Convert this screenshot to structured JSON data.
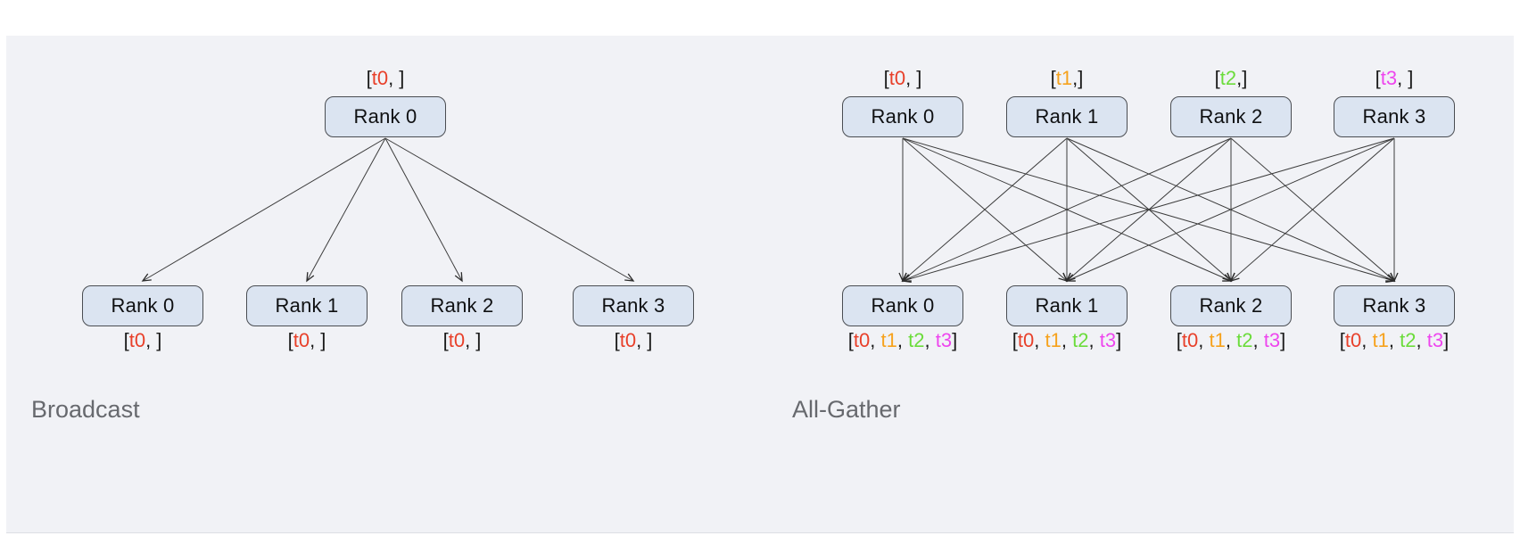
{
  "page": {
    "bg": "#ffffff"
  },
  "panel": {
    "bg": "#f1f2f6",
    "edge": "#dcdee4"
  },
  "colors": {
    "t0": "#e8402a",
    "t1": "#f6a21d",
    "t2": "#6bdc3b",
    "t3": "#ee46ee",
    "k": "#1a1a1a",
    "arrow": "#3c3c3c",
    "box_fill": "#dbe4f1",
    "box_border": "#4a4d52",
    "box_text": "#0f1012",
    "section": "#67696e"
  },
  "broadcast": {
    "title": "Broadcast",
    "top_nodes": [
      {
        "label": "Rank 0",
        "tensor": [
          [
            "[",
            "k"
          ],
          [
            "t0",
            "t0"
          ],
          [
            ", ]",
            "k"
          ]
        ]
      }
    ],
    "bottom_nodes": [
      {
        "label": "Rank 0",
        "tensor": [
          [
            "[",
            "k"
          ],
          [
            "t0",
            "t0"
          ],
          [
            ", ]",
            "k"
          ]
        ]
      },
      {
        "label": "Rank 1",
        "tensor": [
          [
            "[",
            "k"
          ],
          [
            "t0",
            "t0"
          ],
          [
            ", ]",
            "k"
          ]
        ]
      },
      {
        "label": "Rank 2",
        "tensor": [
          [
            "[",
            "k"
          ],
          [
            "t0",
            "t0"
          ],
          [
            ", ]",
            "k"
          ]
        ]
      },
      {
        "label": "Rank 3",
        "tensor": [
          [
            "[",
            "k"
          ],
          [
            "t0",
            "t0"
          ],
          [
            ", ]",
            "k"
          ]
        ]
      }
    ]
  },
  "allgather": {
    "title": "All-Gather",
    "top_nodes": [
      {
        "label": "Rank 0",
        "tensor": [
          [
            "[",
            "k"
          ],
          [
            "t0",
            "t0"
          ],
          [
            ", ]",
            "k"
          ]
        ]
      },
      {
        "label": "Rank 1",
        "tensor": [
          [
            "[",
            "k"
          ],
          [
            "t1",
            "t1"
          ],
          [
            ",]",
            "k"
          ]
        ]
      },
      {
        "label": "Rank 2",
        "tensor": [
          [
            "[",
            "k"
          ],
          [
            "t2",
            "t2"
          ],
          [
            ",]",
            "k"
          ]
        ]
      },
      {
        "label": "Rank 3",
        "tensor": [
          [
            "[",
            "k"
          ],
          [
            "t3",
            "t3"
          ],
          [
            ", ]",
            "k"
          ]
        ]
      }
    ],
    "bottom_nodes": [
      {
        "label": "Rank 0",
        "tensor": [
          [
            "[",
            "k"
          ],
          [
            "t0",
            "t0"
          ],
          [
            ", ",
            "k"
          ],
          [
            "t1",
            "t1"
          ],
          [
            ", ",
            "k"
          ],
          [
            "t2",
            "t2"
          ],
          [
            ", ",
            "k"
          ],
          [
            "t3",
            "t3"
          ],
          [
            "]",
            "k"
          ]
        ]
      },
      {
        "label": "Rank 1",
        "tensor": [
          [
            "[",
            "k"
          ],
          [
            "t0",
            "t0"
          ],
          [
            ", ",
            "k"
          ],
          [
            "t1",
            "t1"
          ],
          [
            ", ",
            "k"
          ],
          [
            "t2",
            "t2"
          ],
          [
            ", ",
            "k"
          ],
          [
            "t3",
            "t3"
          ],
          [
            "]",
            "k"
          ]
        ]
      },
      {
        "label": "Rank 2",
        "tensor": [
          [
            "[",
            "k"
          ],
          [
            "t0",
            "t0"
          ],
          [
            ", ",
            "k"
          ],
          [
            "t1",
            "t1"
          ],
          [
            ", ",
            "k"
          ],
          [
            "t2",
            "t2"
          ],
          [
            ", ",
            "k"
          ],
          [
            "t3",
            "t3"
          ],
          [
            "]",
            "k"
          ]
        ]
      },
      {
        "label": "Rank 3",
        "tensor": [
          [
            "[",
            "k"
          ],
          [
            "t0",
            "t0"
          ],
          [
            ", ",
            "k"
          ],
          [
            "t1",
            "t1"
          ],
          [
            ", ",
            "k"
          ],
          [
            "t2",
            "t2"
          ],
          [
            ", ",
            "k"
          ],
          [
            "t3",
            "t3"
          ],
          [
            "]",
            "k"
          ]
        ]
      }
    ]
  }
}
